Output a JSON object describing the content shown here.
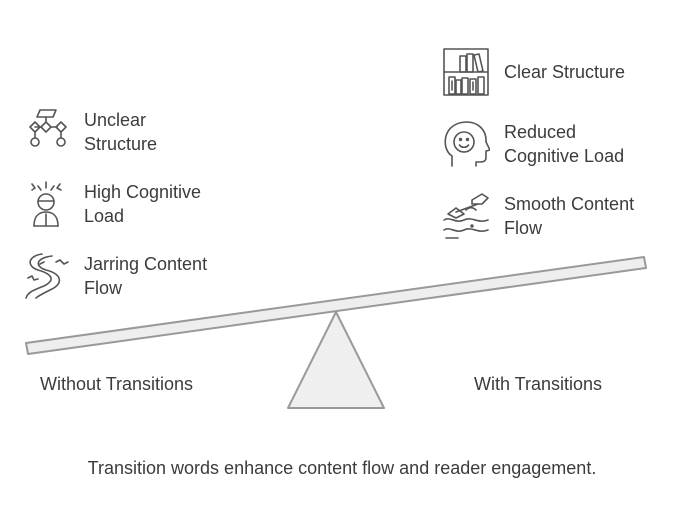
{
  "left_side": {
    "label": "Without Transitions",
    "items": [
      {
        "icon": "flowchart-icon",
        "line1": "Unclear",
        "line2": "Structure"
      },
      {
        "icon": "stressed-person-icon",
        "line1": "High Cognitive",
        "line2": "Load"
      },
      {
        "icon": "winding-road-icon",
        "line1": "Jarring Content",
        "line2": "Flow"
      }
    ]
  },
  "right_side": {
    "label": "With Transitions",
    "items": [
      {
        "icon": "bookshelf-icon",
        "line1": "Clear Structure",
        "line2": ""
      },
      {
        "icon": "calm-head-icon",
        "line1": "Reduced",
        "line2": "Cognitive Load"
      },
      {
        "icon": "boat-waves-icon",
        "line1": "Smooth Content",
        "line2": "Flow"
      }
    ]
  },
  "caption": "Transition words enhance content flow and reader engagement.",
  "colors": {
    "stroke": "#555555",
    "beam_fill": "#eeeeee",
    "beam_stroke": "#999999",
    "text": "#3c3c3c"
  }
}
